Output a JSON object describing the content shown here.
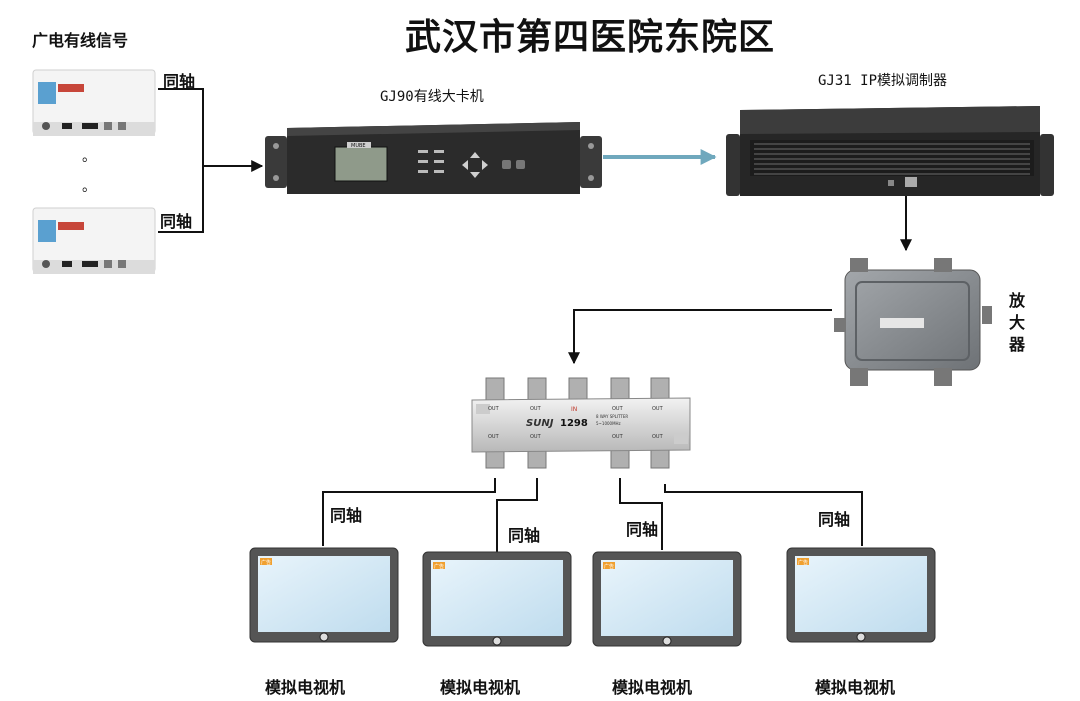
{
  "title": "武汉市第四医院东院区",
  "source_label": "广电有线信号",
  "coax_label": "同轴",
  "ellipsis_mark": "。",
  "card_machine": {
    "label": "GJ90有线大卡机",
    "panel_text": "MUBE"
  },
  "modulator": {
    "label": "GJ31 IP模拟调制器"
  },
  "amplifier": {
    "label": "放大器"
  },
  "splitter": {
    "brand": "SUNJ",
    "model": "1298",
    "in_label": "IN",
    "out_label": "OUT",
    "spec_line1": "8 WAY SPLITTER",
    "spec_line2": "5~1000MHz"
  },
  "tv": {
    "label": "模拟电视机",
    "badge": "广告",
    "count": 4
  },
  "colors": {
    "line": "#111111",
    "arrow_teal": "#6fa8bd",
    "device_dark": "#2b2b2b",
    "amp_gray": "#8e9296",
    "screen_blue": "#cde6f5"
  }
}
